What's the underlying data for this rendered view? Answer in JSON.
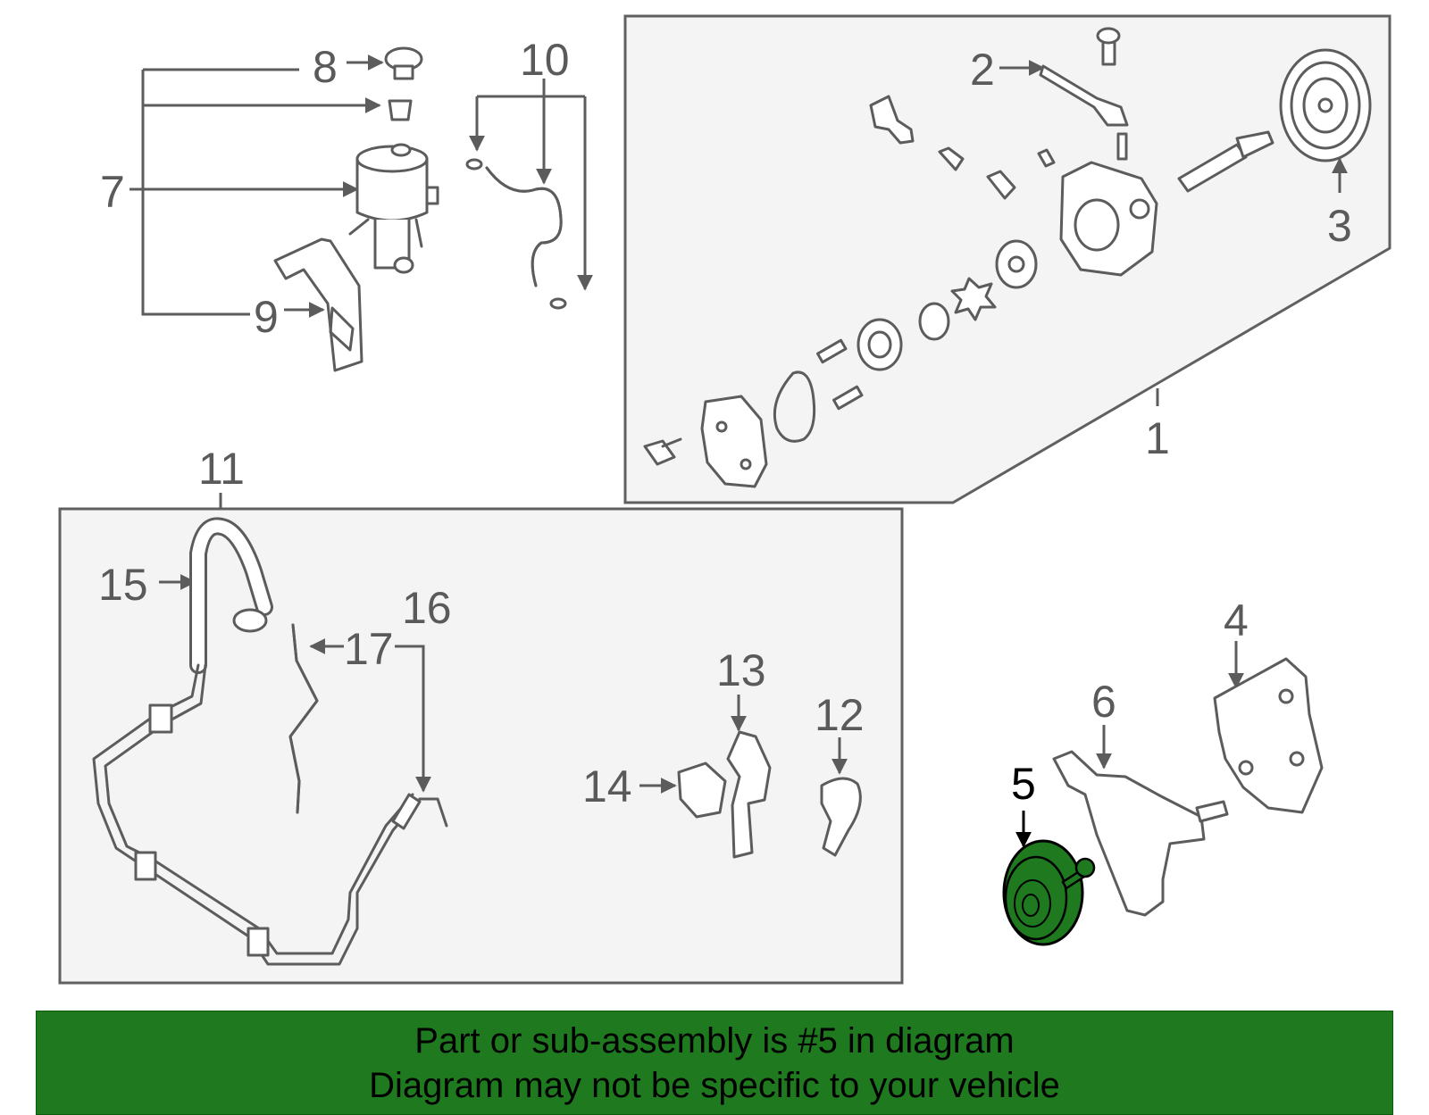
{
  "callouts": {
    "c1": "1",
    "c2": "2",
    "c3": "3",
    "c4": "4",
    "c5": "5",
    "c6": "6",
    "c7": "7",
    "c8": "8",
    "c9": "9",
    "c10": "10",
    "c11": "11",
    "c12": "12",
    "c13": "13",
    "c14": "14",
    "c15": "15",
    "c16": "16",
    "c17": "17"
  },
  "highlight": {
    "part": "5",
    "color": "#1f7a1f"
  },
  "banner": {
    "line1": "Part or sub-assembly is #5 in diagram",
    "line2": "Diagram may not be specific to your vehicle",
    "background": "#1f7a1f"
  }
}
